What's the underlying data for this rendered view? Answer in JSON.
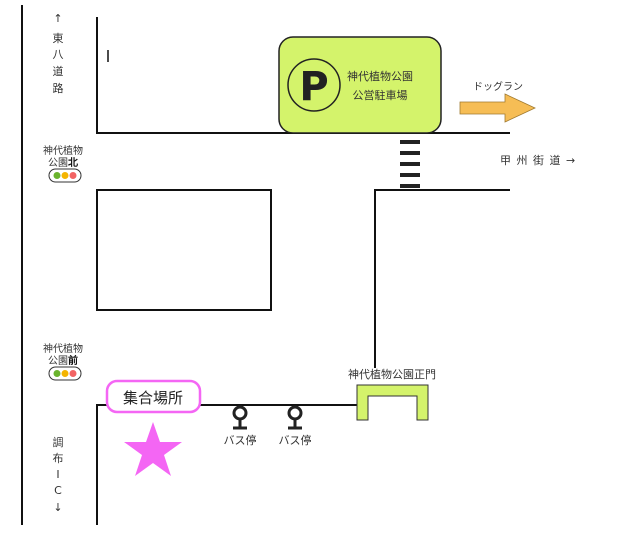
{
  "roads": {
    "higashi_hachi": [
      "↑",
      "東",
      "八",
      "道",
      "路"
    ],
    "chofu_ic": [
      "調",
      "布",
      "I",
      "C",
      "↓"
    ],
    "koshu_kaido": "甲 州 街 道 →"
  },
  "parking": {
    "symbol": "P",
    "line1": "神代植物公園",
    "line2": "公営駐車場",
    "fill": "#d4f36b"
  },
  "dog_run": {
    "label": "ドッグラン",
    "color": "#f6bd55"
  },
  "signals": [
    {
      "line1": "神代植物",
      "line2a": "公園",
      "line2b": "北"
    },
    {
      "line1": "神代植物",
      "line2a": "公園",
      "line2b": "前"
    }
  ],
  "meeting_point": {
    "label": "集合場所",
    "color": "#f466f4"
  },
  "bus_stops": [
    {
      "label": "バス停"
    },
    {
      "label": "バス停"
    }
  ],
  "main_gate": {
    "label": "神代植物公園正門",
    "fill": "#d4f36b"
  }
}
